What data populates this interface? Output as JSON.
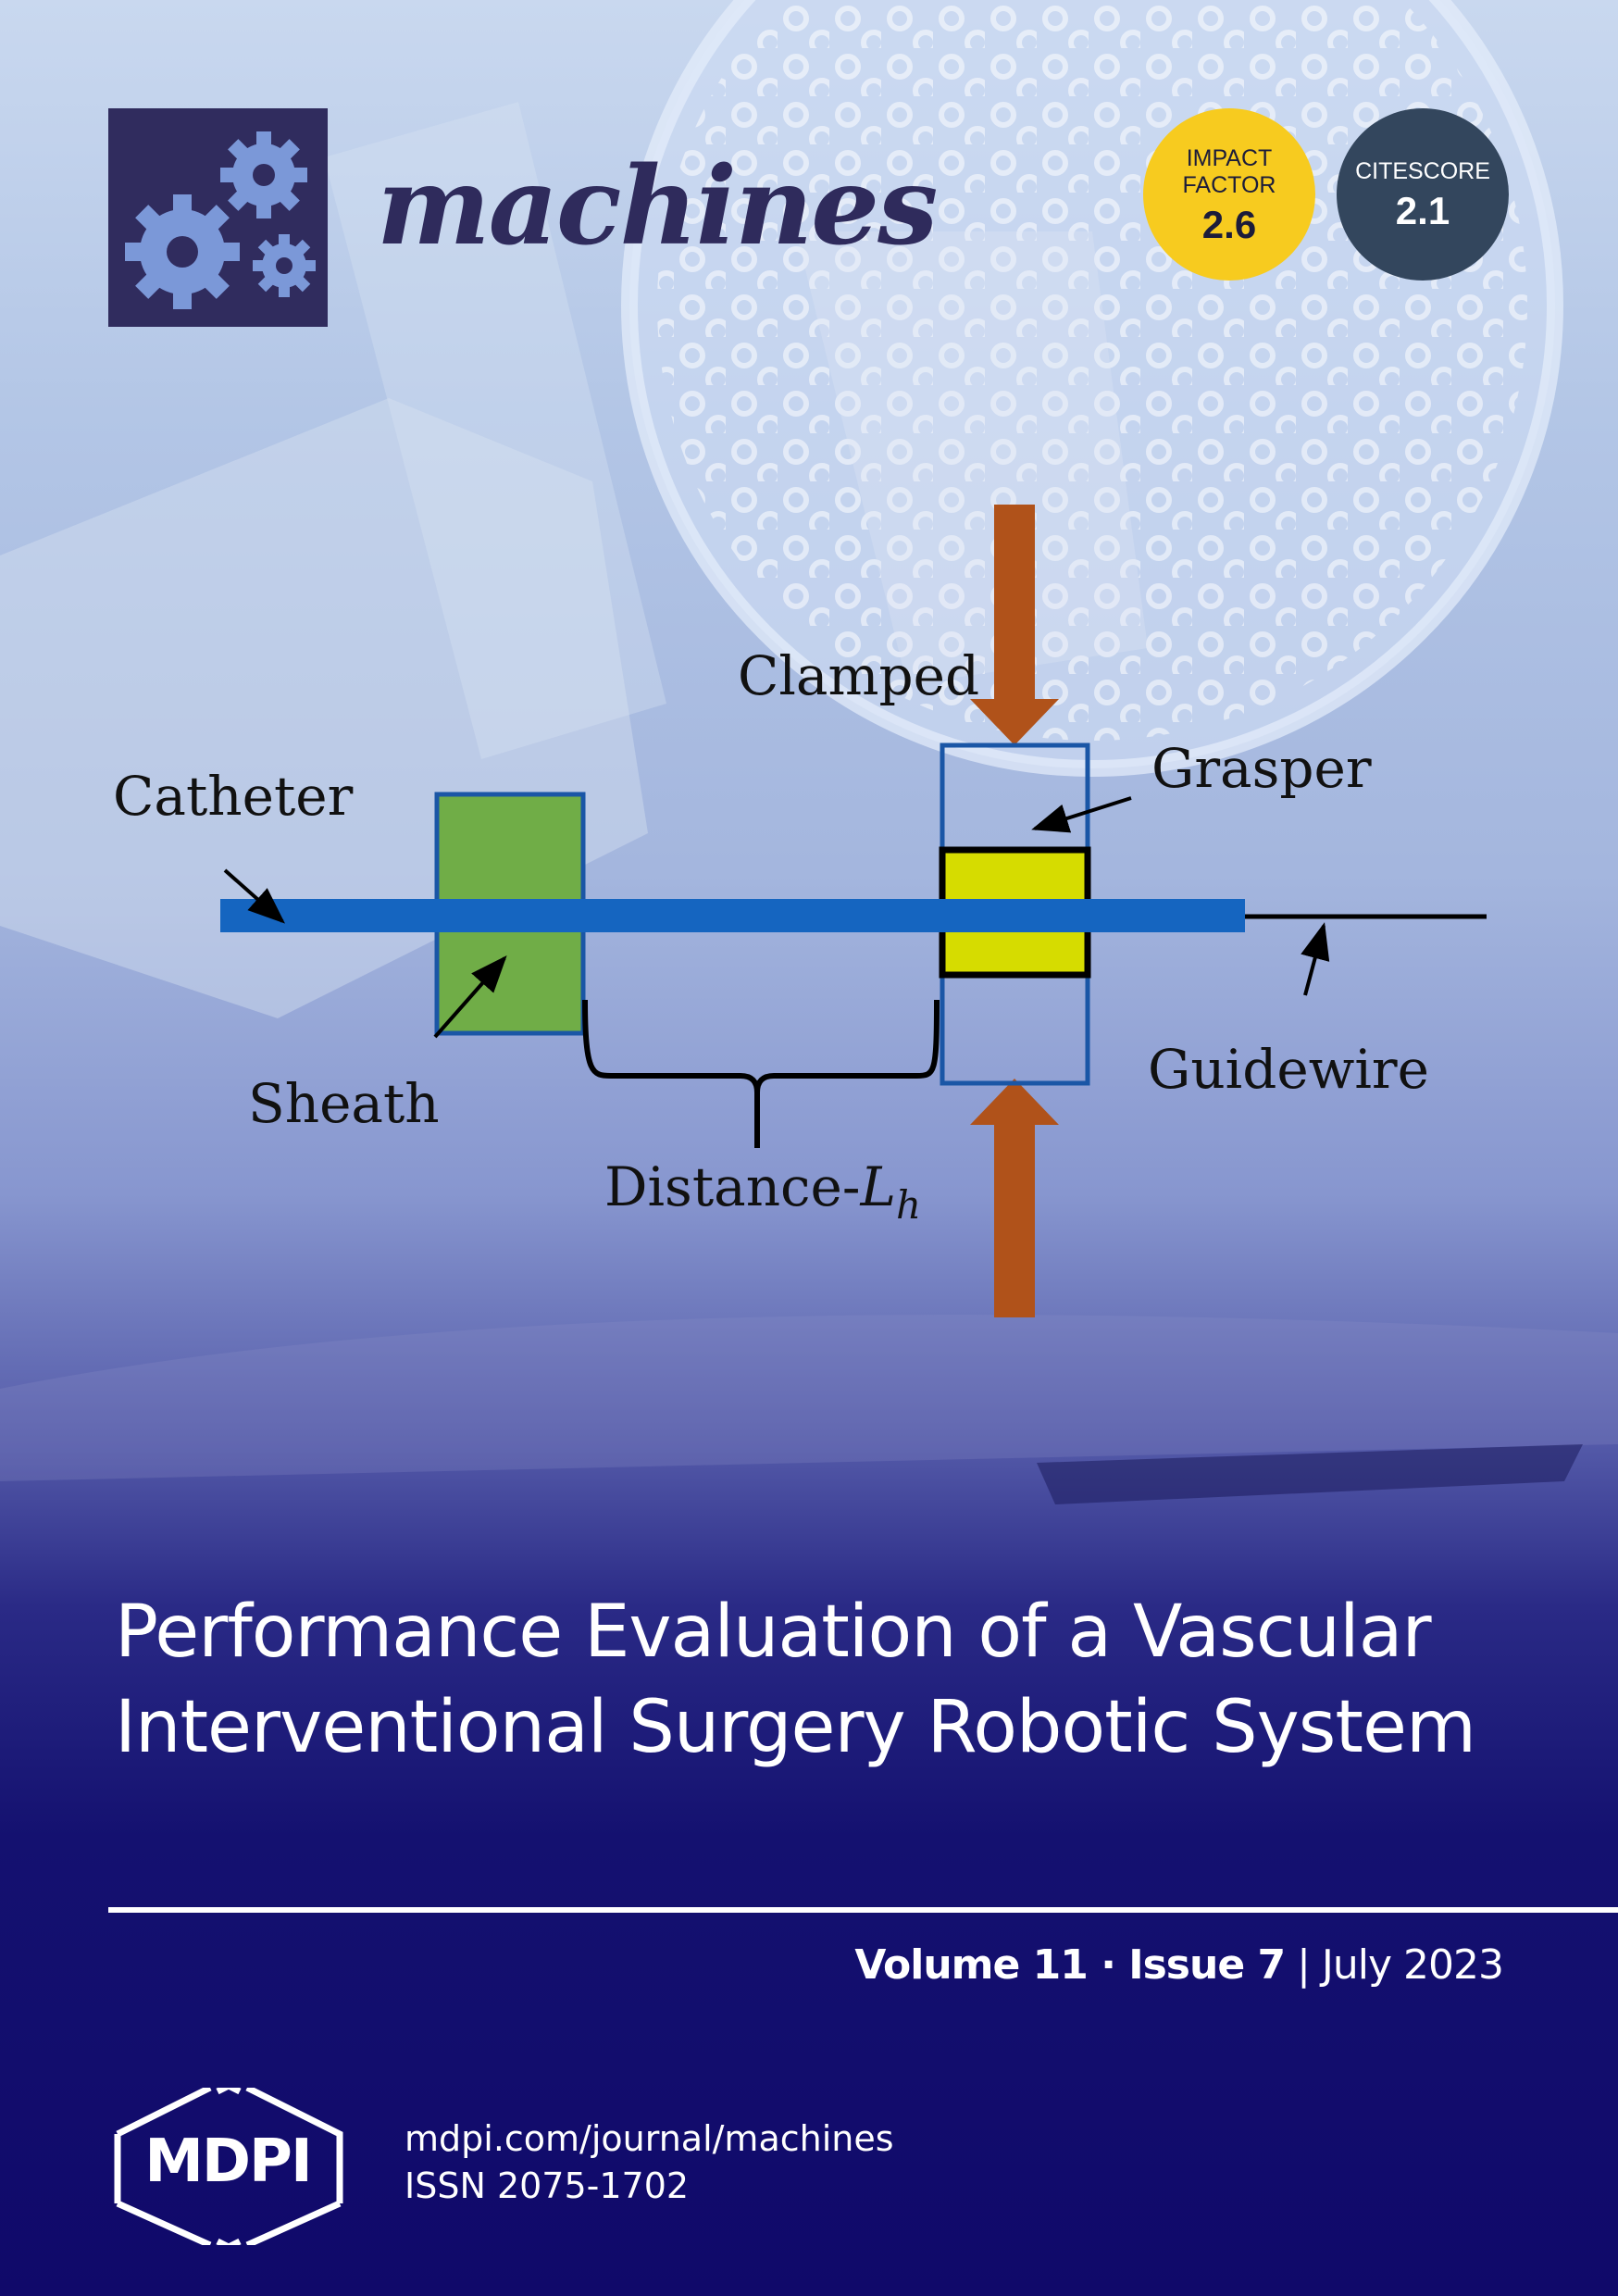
{
  "journal": {
    "name": "machines",
    "impact_factor": {
      "label": "IMPACT FACTOR",
      "value": "2.6"
    },
    "citescore": {
      "label": "CITESCORE",
      "value": "2.1"
    }
  },
  "figure": {
    "labels": {
      "clamped": "Clamped",
      "catheter": "Catheter",
      "grasper": "Grasper",
      "sheath": "Sheath",
      "guidewire": "Guidewire",
      "distance": "Distance-",
      "distance_symbol": "L",
      "distance_subscript": "h"
    },
    "colors": {
      "catheter": "#1565c0",
      "sheath": "#70ad47",
      "grasper": "#d6dc00",
      "arrow": "#b0521a"
    }
  },
  "article": {
    "title": "Performance Evaluation of a Vascular Interventional Surgery Robotic System"
  },
  "issue": {
    "volume": "Volume 11",
    "separator": " · ",
    "issue": "Issue 7",
    "divider": " | ",
    "date": "July 2023"
  },
  "publisher": {
    "name": "MDPI",
    "url": "mdpi.com/journal/machines",
    "issn": "ISSN 2075-1702"
  }
}
